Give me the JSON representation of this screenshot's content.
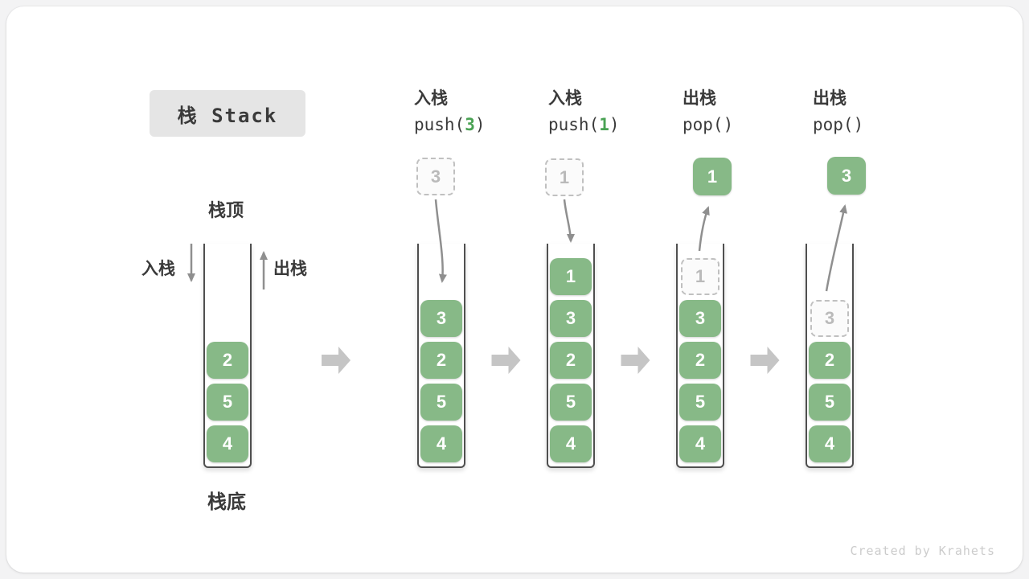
{
  "title": {
    "label": "栈 Stack"
  },
  "watermark": "Created by Krahets",
  "legend": {
    "stack_top": "栈顶",
    "stack_bottom": "栈底",
    "push_label": "入栈",
    "pop_label": "出栈"
  },
  "colors": {
    "cell_green": "#87b987",
    "code_green": "#4aa254",
    "text_dark": "#3a3a3a",
    "curve_arrow_gray": "#8f8f8f",
    "block_arrow_gray": "#c5c5c5",
    "dashed_border": "#c0c0c0",
    "dashed_text": "#bababa",
    "title_bg": "#e5e5e5",
    "container_border": "#4f4f4f"
  },
  "columns": [
    {
      "name": "stack-initial",
      "op": null,
      "above": null,
      "cells": [
        {
          "slot": 2,
          "value": "2",
          "type": "solid"
        },
        {
          "slot": 3,
          "value": "5",
          "type": "solid"
        },
        {
          "slot": 4,
          "value": "4",
          "type": "solid"
        }
      ]
    },
    {
      "name": "stack-after-push-3",
      "op": {
        "line1": "入栈",
        "call_pre": "push(",
        "call_num": "3",
        "call_post": ")"
      },
      "above": {
        "value": "3",
        "type": "dashed"
      },
      "cells": [
        {
          "slot": 1,
          "value": "3",
          "type": "solid"
        },
        {
          "slot": 2,
          "value": "2",
          "type": "solid"
        },
        {
          "slot": 3,
          "value": "5",
          "type": "solid"
        },
        {
          "slot": 4,
          "value": "4",
          "type": "solid"
        }
      ]
    },
    {
      "name": "stack-after-push-1",
      "op": {
        "line1": "入栈",
        "call_pre": "push(",
        "call_num": "1",
        "call_post": ")"
      },
      "above": {
        "value": "1",
        "type": "dashed"
      },
      "cells": [
        {
          "slot": 0,
          "value": "1",
          "type": "solid"
        },
        {
          "slot": 1,
          "value": "3",
          "type": "solid"
        },
        {
          "slot": 2,
          "value": "2",
          "type": "solid"
        },
        {
          "slot": 3,
          "value": "5",
          "type": "solid"
        },
        {
          "slot": 4,
          "value": "4",
          "type": "solid"
        }
      ]
    },
    {
      "name": "stack-after-pop-1",
      "op": {
        "line1": "出栈",
        "call_pre": "pop(",
        "call_num": "",
        "call_post": ")"
      },
      "above": {
        "value": "1",
        "type": "solid"
      },
      "cells": [
        {
          "slot": 0,
          "value": "1",
          "type": "dashed"
        },
        {
          "slot": 1,
          "value": "3",
          "type": "solid"
        },
        {
          "slot": 2,
          "value": "2",
          "type": "solid"
        },
        {
          "slot": 3,
          "value": "5",
          "type": "solid"
        },
        {
          "slot": 4,
          "value": "4",
          "type": "solid"
        }
      ]
    },
    {
      "name": "stack-after-pop-3",
      "op": {
        "line1": "出栈",
        "call_pre": "pop(",
        "call_num": "",
        "call_post": ")"
      },
      "above": {
        "value": "3",
        "type": "solid"
      },
      "cells": [
        {
          "slot": 1,
          "value": "3",
          "type": "dashed"
        },
        {
          "slot": 2,
          "value": "2",
          "type": "solid"
        },
        {
          "slot": 3,
          "value": "5",
          "type": "solid"
        },
        {
          "slot": 4,
          "value": "4",
          "type": "solid"
        }
      ]
    }
  ]
}
